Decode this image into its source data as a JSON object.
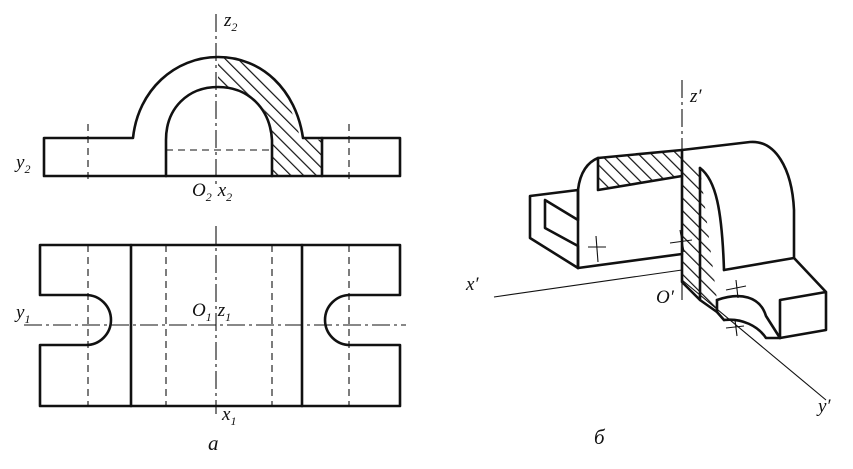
{
  "front_view": {
    "axis_z": {
      "base": "z",
      "sub": "2"
    },
    "axis_y": {
      "base": "y",
      "sub": "2"
    },
    "origin": {
      "o_base": "O",
      "o_sub": "2",
      "x_base": "x",
      "x_sub": "2"
    }
  },
  "top_view": {
    "axis_y": {
      "base": "y",
      "sub": "1"
    },
    "origin": {
      "o_base": "O",
      "o_sub": "1",
      "z_base": "z",
      "z_sub": "1"
    },
    "axis_x": {
      "base": "x",
      "sub": "1"
    }
  },
  "isometric": {
    "axis_z": "z′",
    "axis_x": "x′",
    "axis_y": "y′",
    "origin": "O′"
  },
  "captions": {
    "left": "а",
    "right": "б"
  }
}
